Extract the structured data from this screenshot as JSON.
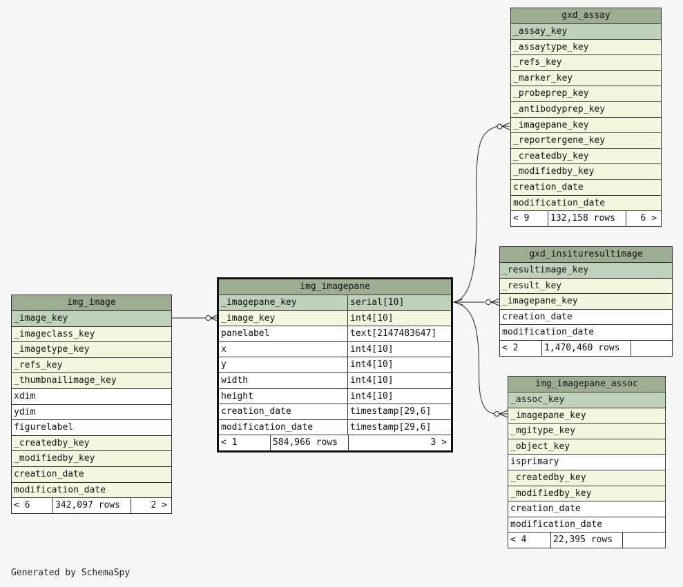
{
  "tables": {
    "img_image": {
      "name": "img_image",
      "columns": [
        {
          "name": "_image_key",
          "kind": "pk"
        },
        {
          "name": "_imageclass_key",
          "kind": "fk"
        },
        {
          "name": "_imagetype_key",
          "kind": "fk"
        },
        {
          "name": "_refs_key",
          "kind": "fk"
        },
        {
          "name": "_thumbnailimage_key",
          "kind": "fk"
        },
        {
          "name": "xdim",
          "kind": "plain"
        },
        {
          "name": "ydim",
          "kind": "plain"
        },
        {
          "name": "figurelabel",
          "kind": "plain"
        },
        {
          "name": "_createdby_key",
          "kind": "fk"
        },
        {
          "name": "_modifiedby_key",
          "kind": "fk"
        },
        {
          "name": "creation_date",
          "kind": "fk"
        },
        {
          "name": "modification_date",
          "kind": "fk"
        }
      ],
      "footer": {
        "parents": "< 6",
        "rows": "342,097 rows",
        "children": "2 >"
      }
    },
    "img_imagepane": {
      "name": "img_imagepane",
      "columns": [
        {
          "name": "_imagepane_key",
          "type": "serial[10]",
          "kind": "pk"
        },
        {
          "name": "_image_key",
          "type": "int4[10]",
          "kind": "fk"
        },
        {
          "name": "panelabel",
          "type": "text[2147483647]",
          "kind": "plain"
        },
        {
          "name": "x",
          "type": "int4[10]",
          "kind": "plain"
        },
        {
          "name": "y",
          "type": "int4[10]",
          "kind": "plain"
        },
        {
          "name": "width",
          "type": "int4[10]",
          "kind": "plain"
        },
        {
          "name": "height",
          "type": "int4[10]",
          "kind": "plain"
        },
        {
          "name": "creation_date",
          "type": "timestamp[29,6]",
          "kind": "plain"
        },
        {
          "name": "modification_date",
          "type": "timestamp[29,6]",
          "kind": "plain"
        }
      ],
      "footer": {
        "parents": "< 1",
        "rows": "584,966 rows",
        "children": "3 >"
      }
    },
    "gxd_assay": {
      "name": "gxd_assay",
      "columns": [
        {
          "name": "_assay_key",
          "kind": "pk"
        },
        {
          "name": "_assaytype_key",
          "kind": "fk"
        },
        {
          "name": "_refs_key",
          "kind": "fk"
        },
        {
          "name": "_marker_key",
          "kind": "fk"
        },
        {
          "name": "_probeprep_key",
          "kind": "fk"
        },
        {
          "name": "_antibodyprep_key",
          "kind": "fk"
        },
        {
          "name": "_imagepane_key",
          "kind": "fk"
        },
        {
          "name": "_reportergene_key",
          "kind": "fk"
        },
        {
          "name": "_createdby_key",
          "kind": "fk"
        },
        {
          "name": "_modifiedby_key",
          "kind": "fk"
        },
        {
          "name": "creation_date",
          "kind": "fk"
        },
        {
          "name": "modification_date",
          "kind": "fk"
        }
      ],
      "footer": {
        "parents": "< 9",
        "rows": "132,158 rows",
        "children": "6 >"
      }
    },
    "gxd_insituresultimage": {
      "name": "gxd_insituresultimage",
      "columns": [
        {
          "name": "_resultimage_key",
          "kind": "pk"
        },
        {
          "name": "_result_key",
          "kind": "fk"
        },
        {
          "name": "_imagepane_key",
          "kind": "fk"
        },
        {
          "name": "creation_date",
          "kind": "plain"
        },
        {
          "name": "modification_date",
          "kind": "plain"
        }
      ],
      "footer": {
        "parents": "< 2",
        "rows": "1,470,460 rows",
        "children": ""
      }
    },
    "img_imagepane_assoc": {
      "name": "img_imagepane_assoc",
      "columns": [
        {
          "name": "_assoc_key",
          "kind": "pk"
        },
        {
          "name": "_imagepane_key",
          "kind": "fk"
        },
        {
          "name": "_mgitype_key",
          "kind": "fk"
        },
        {
          "name": "_object_key",
          "kind": "fk"
        },
        {
          "name": "isprimary",
          "kind": "plain"
        },
        {
          "name": "_createdby_key",
          "kind": "fk"
        },
        {
          "name": "_modifiedby_key",
          "kind": "fk"
        },
        {
          "name": "creation_date",
          "kind": "plain"
        },
        {
          "name": "modification_date",
          "kind": "plain"
        }
      ],
      "footer": {
        "parents": "< 4",
        "rows": "22,395 rows",
        "children": ""
      }
    }
  },
  "footer_text": "Generated by SchemaSpy",
  "colors": {
    "header": "#9ead91",
    "primary_key": "#bfd0bb",
    "foreign_key": "#f4f7df",
    "plain": "#ffffff",
    "background": "#f6f6f6",
    "edge": "#222222"
  }
}
